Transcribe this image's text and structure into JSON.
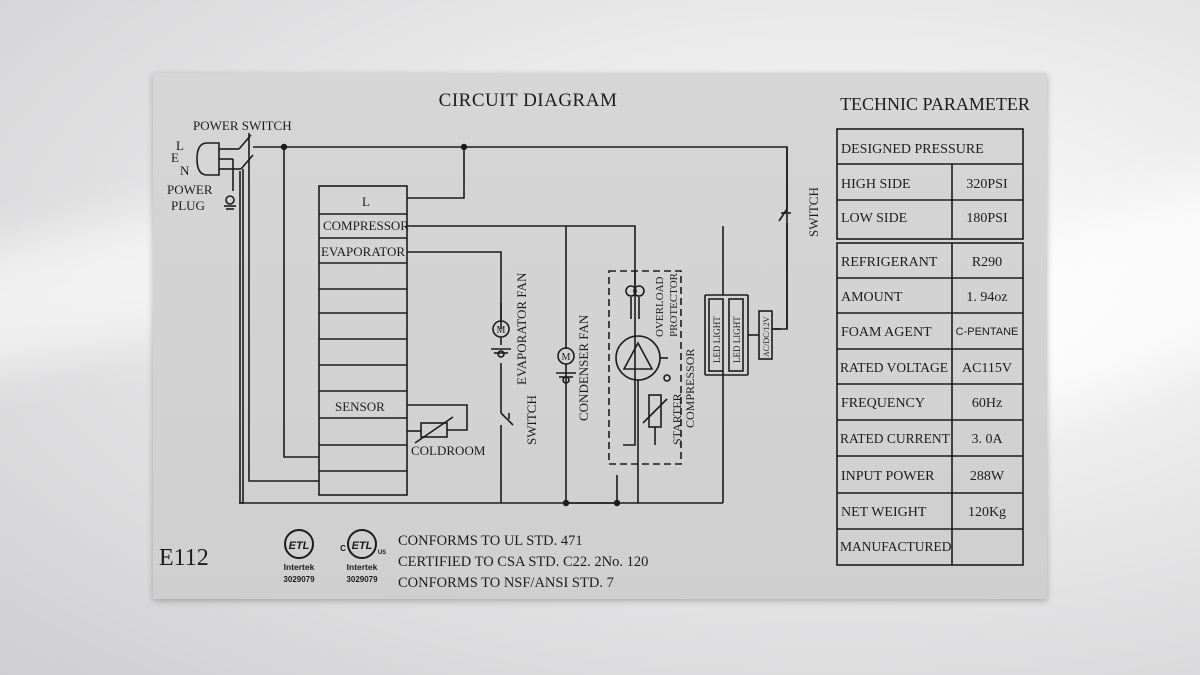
{
  "title": "CIRCUIT DIAGRAM",
  "model": "E112",
  "plug": {
    "power_switch": "POWER SWITCH",
    "l": "L",
    "e": "E",
    "n": "N",
    "power_plug_1": "POWER",
    "power_plug_2": "PLUG"
  },
  "controller": {
    "rows": [
      "L",
      "COMPRESSOR",
      "EVAPORATOR"
    ],
    "sensor": "SENSOR",
    "coldroom": "COLDROOM"
  },
  "components": {
    "m": "M",
    "evaporator_fan": "EVAPORATOR FAN",
    "condenser_fan": "CONDENSER FAN",
    "switch": "SWITCH",
    "overload_protector_1": "OVERLOAD",
    "overload_protector_2": "PROTECTOR",
    "compressor": "COMPRESSOR",
    "starter": "STARTER",
    "led_light": "LED LIGHT",
    "acdc": "AC/DC/12V",
    "door_switch": "SWITCH"
  },
  "conformance": [
    "CONFORMS TO UL STD. 471",
    "CERTIFIED TO CSA STD. C22. 2No. 120",
    "CONFORMS TO NSF/ANSI STD. 7"
  ],
  "marks": [
    {
      "logo": "ETL",
      "brand": "Intertek",
      "number": "3029079"
    },
    {
      "logo": "ETL",
      "left": "C",
      "right": "US",
      "brand": "Intertek",
      "number": "3029079"
    }
  ],
  "params": {
    "heading": "TECHNIC PARAMETER",
    "group1_title": "DESIGNED PRESSURE",
    "group1": [
      {
        "label": "HIGH SIDE",
        "value": "320PSI"
      },
      {
        "label": "LOW SIDE",
        "value": "180PSI"
      }
    ],
    "group2": [
      {
        "label": "REFRIGERANT",
        "value": "R290"
      },
      {
        "label": "AMOUNT",
        "value": "1. 94oz"
      },
      {
        "label": "FOAM AGENT",
        "value": "C-PENTANE"
      },
      {
        "label": "RATED VOLTAGE",
        "value": "AC115V"
      },
      {
        "label": "FREQUENCY",
        "value": "60Hz"
      },
      {
        "label": "RATED CURRENT",
        "value": "3. 0A"
      },
      {
        "label": "INPUT POWER",
        "value": "288W"
      },
      {
        "label": "NET WEIGHT",
        "value": "120Kg"
      },
      {
        "label": "MANUFACTURED",
        "value": ""
      }
    ]
  }
}
